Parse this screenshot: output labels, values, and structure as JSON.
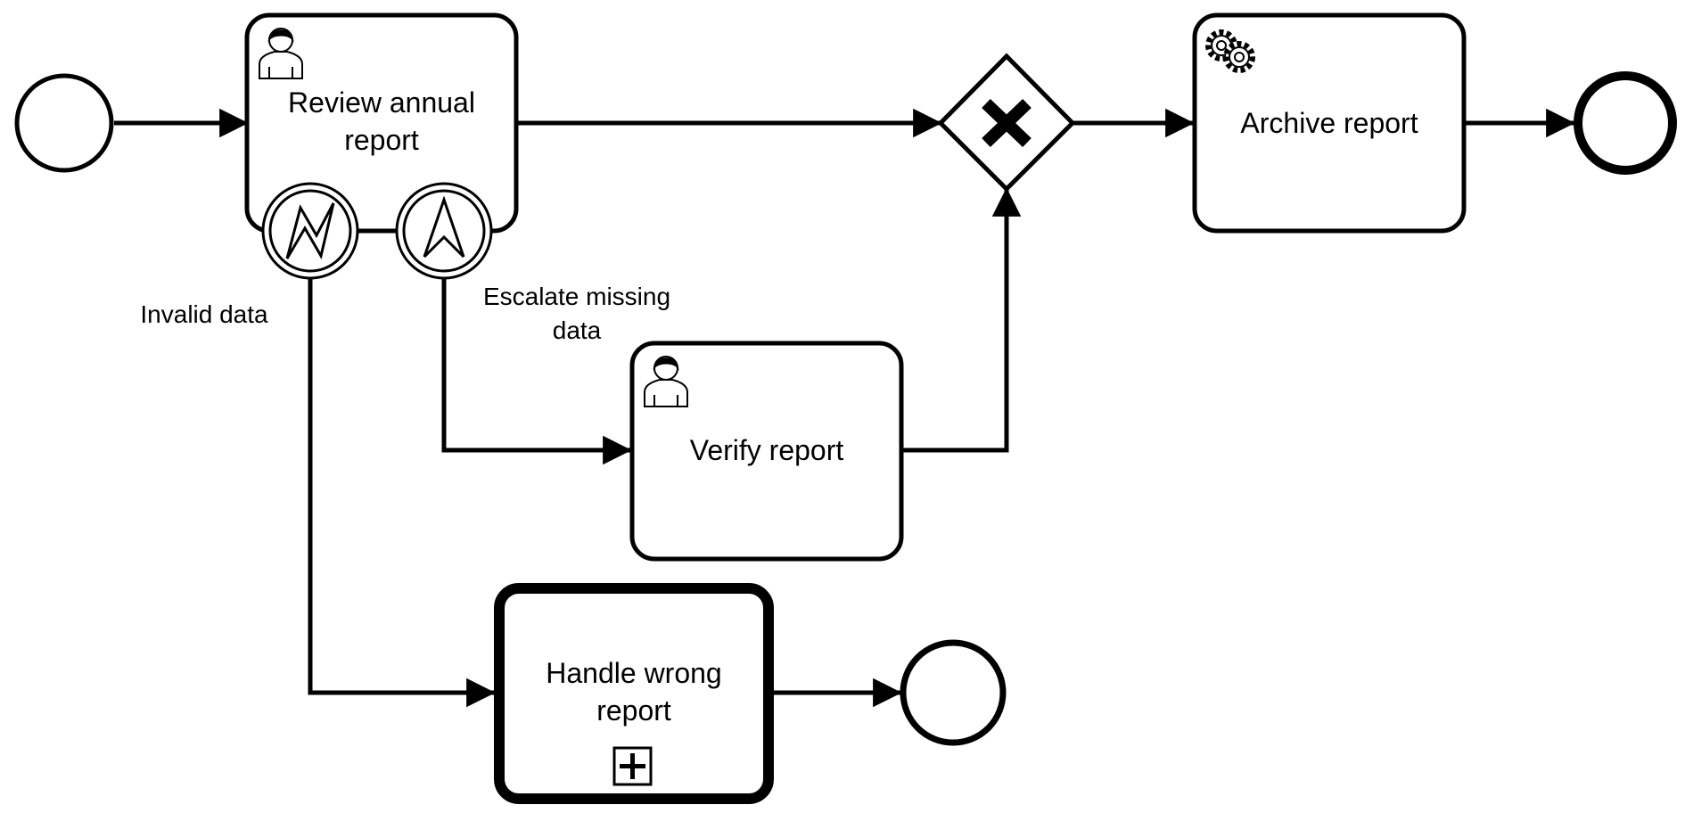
{
  "tasks": {
    "review": {
      "line1": "Review annual",
      "line2": "report",
      "type_icon": "user-icon"
    },
    "archive": {
      "label": "Archive report",
      "type_icon": "gear-icon"
    },
    "verify": {
      "label": "Verify report",
      "type_icon": "user-icon"
    },
    "handle": {
      "line1": "Handle wrong",
      "line2": "report",
      "marker_icon": "plus-icon"
    }
  },
  "boundary_events": {
    "error": {
      "label": "Invalid data",
      "icon": "error-icon"
    },
    "escalation": {
      "line1": "Escalate missing",
      "line2": "data",
      "icon": "escalation-icon"
    }
  },
  "gateway": {
    "type": "exclusive",
    "icon": "x-icon"
  },
  "events": [
    "start",
    "end",
    "end",
    "none"
  ],
  "colors": {
    "stroke": "#000000",
    "fill": "#ffffff"
  }
}
